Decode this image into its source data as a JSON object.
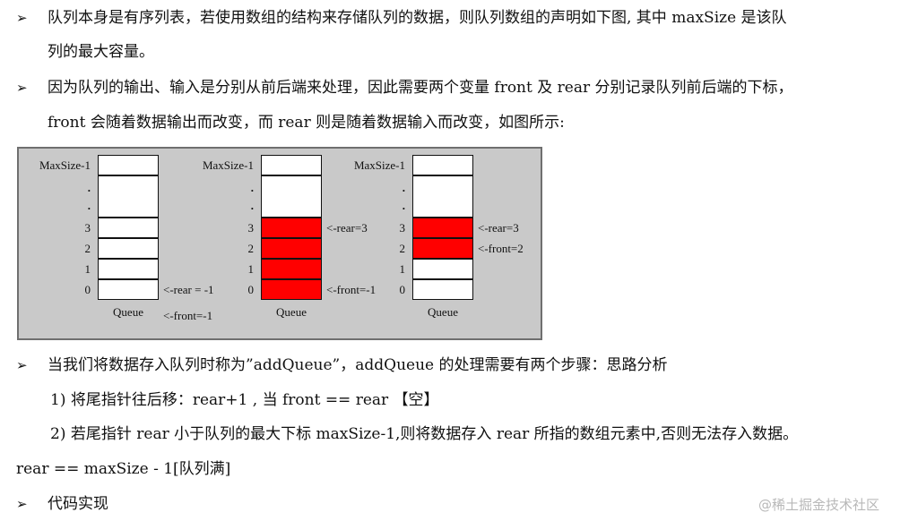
{
  "bullet_glyph": "➢",
  "p1_line1": "队列本身是有序列表，若使用数组的结构来存储队列的数据，则队列数组的声明如下图, 其中 maxSize 是该队",
  "p1_line2": "列的最大容量。",
  "p2_line1": "因为队列的输出、输入是分别从前后端来处理，因此需要两个变量 front 及 rear 分别记录队列前后端的下标，",
  "p2_line2": "front 会随着数据输出而改变，而 rear 则是随着数据输入而改变，如图所示:",
  "figure": {
    "queues": [
      {
        "top_label": "MaxSize-1",
        "index_labels": [
          "3",
          "2",
          "1",
          "0"
        ],
        "dots": [
          ".",
          "."
        ],
        "caption": "Queue",
        "filled": [],
        "pointers": [
          "<-rear = -1",
          "<-front=-1"
        ]
      },
      {
        "top_label": "MaxSize-1",
        "index_labels": [
          "3",
          "2",
          "1",
          "0"
        ],
        "dots": [
          ".",
          "."
        ],
        "caption": "Queue",
        "filled": [
          0,
          1,
          2,
          3
        ],
        "pointers": [
          "<-rear=3",
          "<-front=-1"
        ]
      },
      {
        "top_label": "MaxSize-1",
        "index_labels": [
          "3",
          "2",
          "1",
          "0"
        ],
        "dots": [
          ".",
          "."
        ],
        "caption": "Queue",
        "filled": [
          2,
          3
        ],
        "pointers": [
          "<-rear=3",
          "<-front=2"
        ]
      }
    ]
  },
  "p3_line": "当我们将数据存入队列时称为”addQueue”，addQueue 的处理需要有两个步骤：思路分析",
  "step1": "1) 将尾指针往后移：rear+1 , 当 front == rear 【空】",
  "step2": "2) 若尾指针 rear 小于队列的最大下标 maxSize-1,则将数据存入 rear 所指的数组元素中,否则无法存入数据。",
  "full_condition": "rear == maxSize - 1[队列满]",
  "p4_line": "代码实现",
  "watermark": "@稀土掘金技术社区"
}
